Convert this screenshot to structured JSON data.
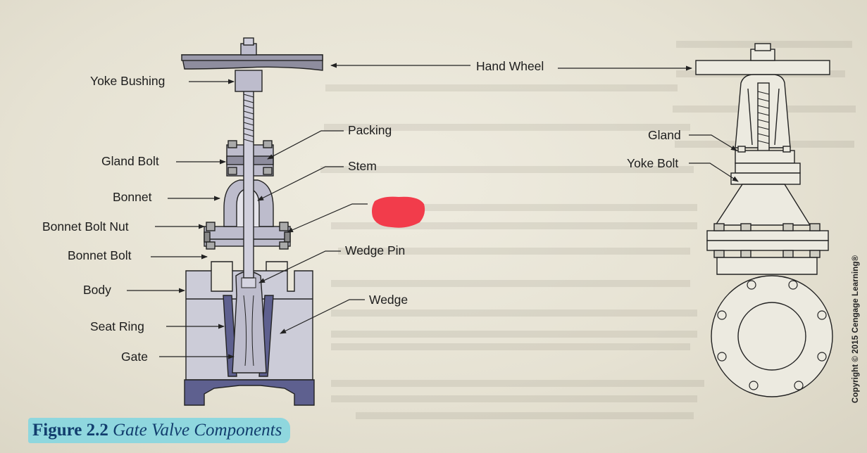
{
  "labels": {
    "hand_wheel": "Hand Wheel",
    "yoke_bushing": "Yoke Bushing",
    "packing": "Packing",
    "gland": "Gland",
    "gland_bolt": "Gland Bolt",
    "stem": "Stem",
    "yoke_bolt": "Yoke Bolt",
    "bonnet": "Bonnet",
    "bonnet_bolt_nut": "Bonnet Bolt Nut",
    "bonnet_bolt": "Bonnet Bolt",
    "wedge_pin": "Wedge Pin",
    "body": "Body",
    "wedge": "Wedge",
    "seat_ring": "Seat Ring",
    "gate": "Gate"
  },
  "caption": {
    "number": "Figure 2.2",
    "title": "Gate Valve Components",
    "highlight_color": "#8fd7de",
    "text_color": "#123e6e"
  },
  "copyright": "Copyright © 2015 Cengage Learning®",
  "colors": {
    "steel_fill": "#b9b8c9",
    "seat_blue": "#5e608f",
    "wheel_fill": "#8e8d9e",
    "line": "#222222",
    "redaction": "#f23c4b"
  }
}
